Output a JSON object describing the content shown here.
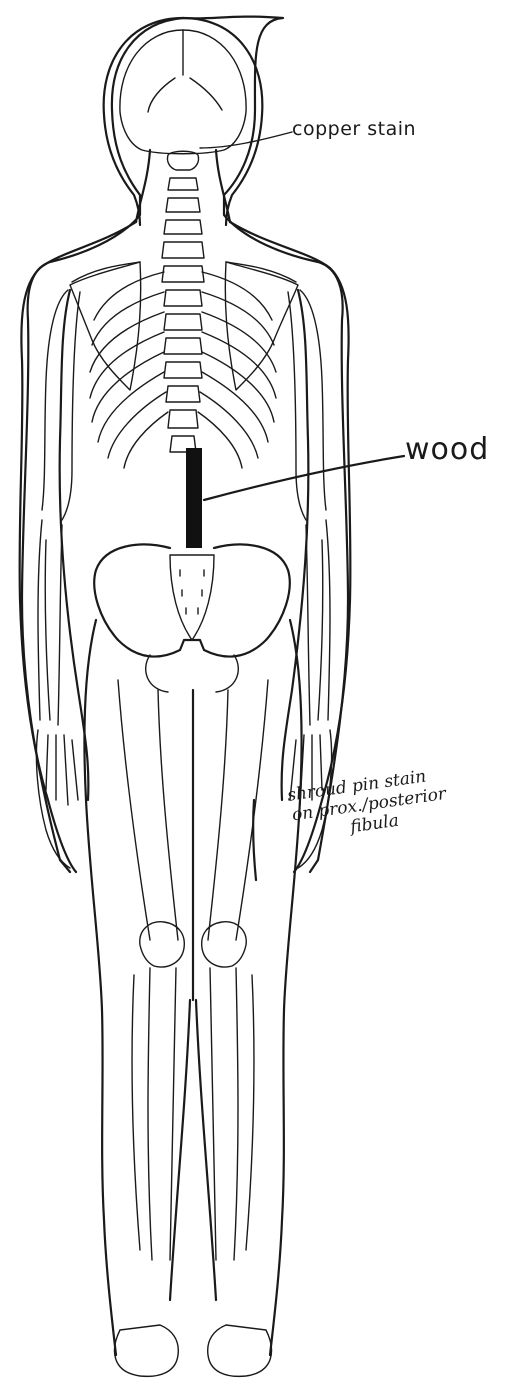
{
  "annotations": {
    "copper_stain": "copper stain",
    "wood": "wood",
    "shroud_line1": "shroud pin stain",
    "shroud_line2": "on prox./posterior",
    "shroud_line3": "fibula"
  },
  "colors": {
    "ink": "#1a1a1a",
    "paper": "#ffffff",
    "wood_fill": "#111111"
  }
}
